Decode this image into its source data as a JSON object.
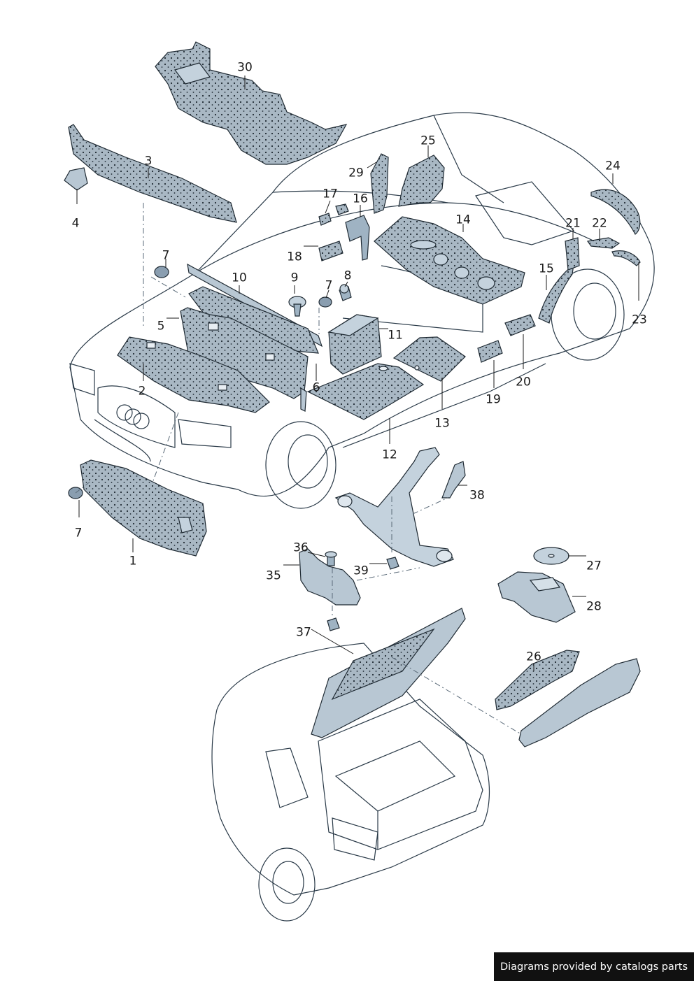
{
  "callouts": {
    "c1": "1",
    "c2": "2",
    "c3": "3",
    "c4": "4",
    "c5": "5",
    "c6": "6",
    "c7a": "7",
    "c7b": "7",
    "c7c": "7",
    "c8": "8",
    "c9": "9",
    "c10": "10",
    "c11": "11",
    "c12": "12",
    "c13": "13",
    "c14": "14",
    "c15": "15",
    "c16": "16",
    "c17": "17",
    "c18": "18",
    "c19": "19",
    "c20": "20",
    "c21": "21",
    "c22": "22",
    "c23": "23",
    "c24": "24",
    "c25": "25",
    "c26": "26",
    "c27": "27",
    "c28": "28",
    "c29": "29",
    "c30": "30",
    "c35": "35",
    "c36": "36",
    "c37": "37",
    "c38": "38",
    "c39": "39"
  },
  "credit": "Diagrams provided by catalogs parts",
  "colors": {
    "car_light": "#e8eef3",
    "car_shade": "#9fb4c4",
    "part_fill": "#a9b8c4",
    "part_dots": "#1f2a33"
  }
}
